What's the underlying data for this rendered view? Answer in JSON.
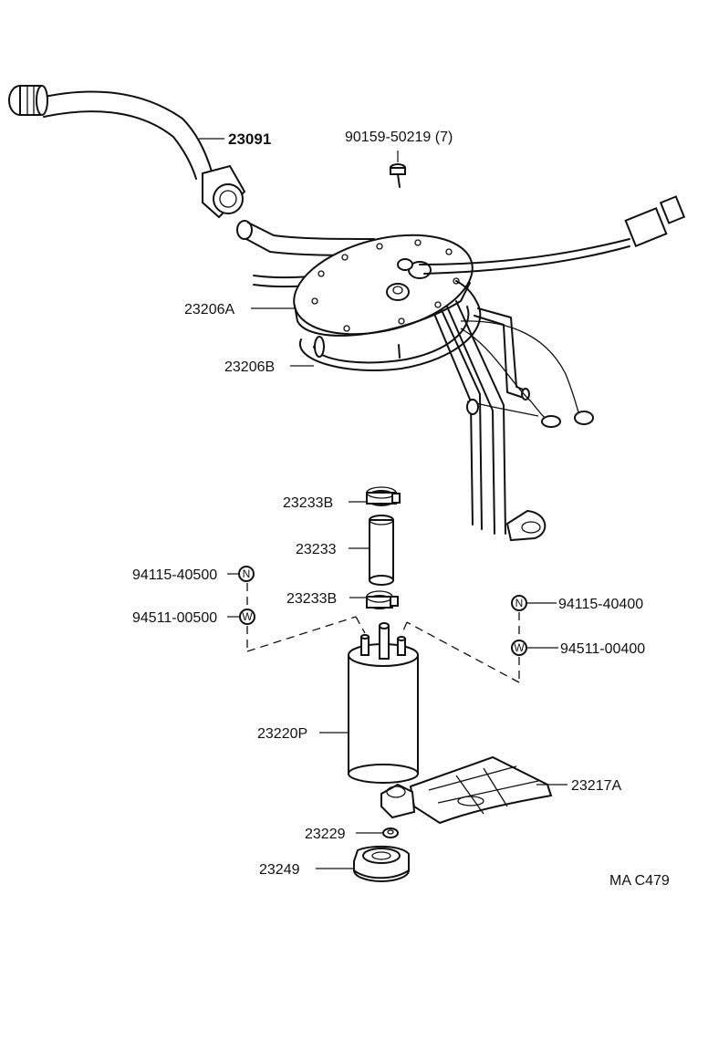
{
  "parts": {
    "p23091": "23091",
    "p90159": "90159-50219 (7)",
    "p23206A": "23206A",
    "p23206B": "23206B",
    "p23233B_top": "23233B",
    "p23233": "23233",
    "p23233B_bot": "23233B",
    "p94115_l": "94115-40500",
    "p94511_l": "94511-00500",
    "p94115_r": "94115-40400",
    "p94511_r": "94511-00400",
    "p23220P": "23220P",
    "p23217A": "23217A",
    "p23229": "23229",
    "p23249": "23249"
  },
  "symbols": {
    "nut": "N",
    "washer": "W"
  },
  "figure_code": "MA C479"
}
